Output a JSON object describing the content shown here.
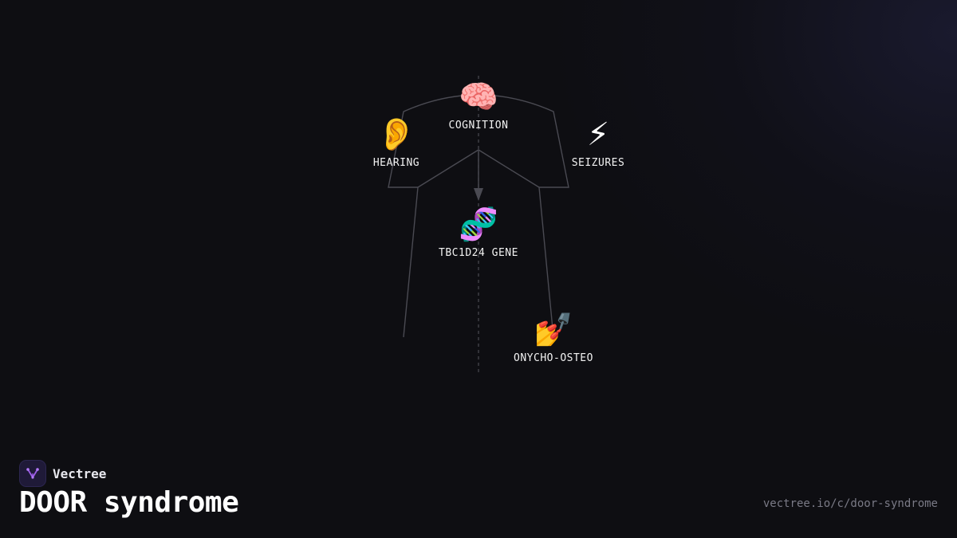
{
  "diagram": {
    "nodes": [
      {
        "id": "cognition",
        "label": "COGNITION",
        "emoji": "🧠"
      },
      {
        "id": "hearing",
        "label": "HEARING",
        "emoji": "👂"
      },
      {
        "id": "seizures",
        "label": "SEIZURES",
        "emoji": "⚡"
      },
      {
        "id": "gene",
        "label": "TBC1D24 GENE",
        "emoji": "🧬"
      },
      {
        "id": "onycho",
        "label": "ONYCHO-OSTEO",
        "emoji": "💅"
      }
    ]
  },
  "brand": {
    "name": "Vectree"
  },
  "page": {
    "title": "DOOR syndrome",
    "url": "vectree.io/c/door-syndrome"
  },
  "colors": {
    "background": "#0e0e12",
    "line": "#4a4a52",
    "brand_accent": "#9b5de5"
  }
}
